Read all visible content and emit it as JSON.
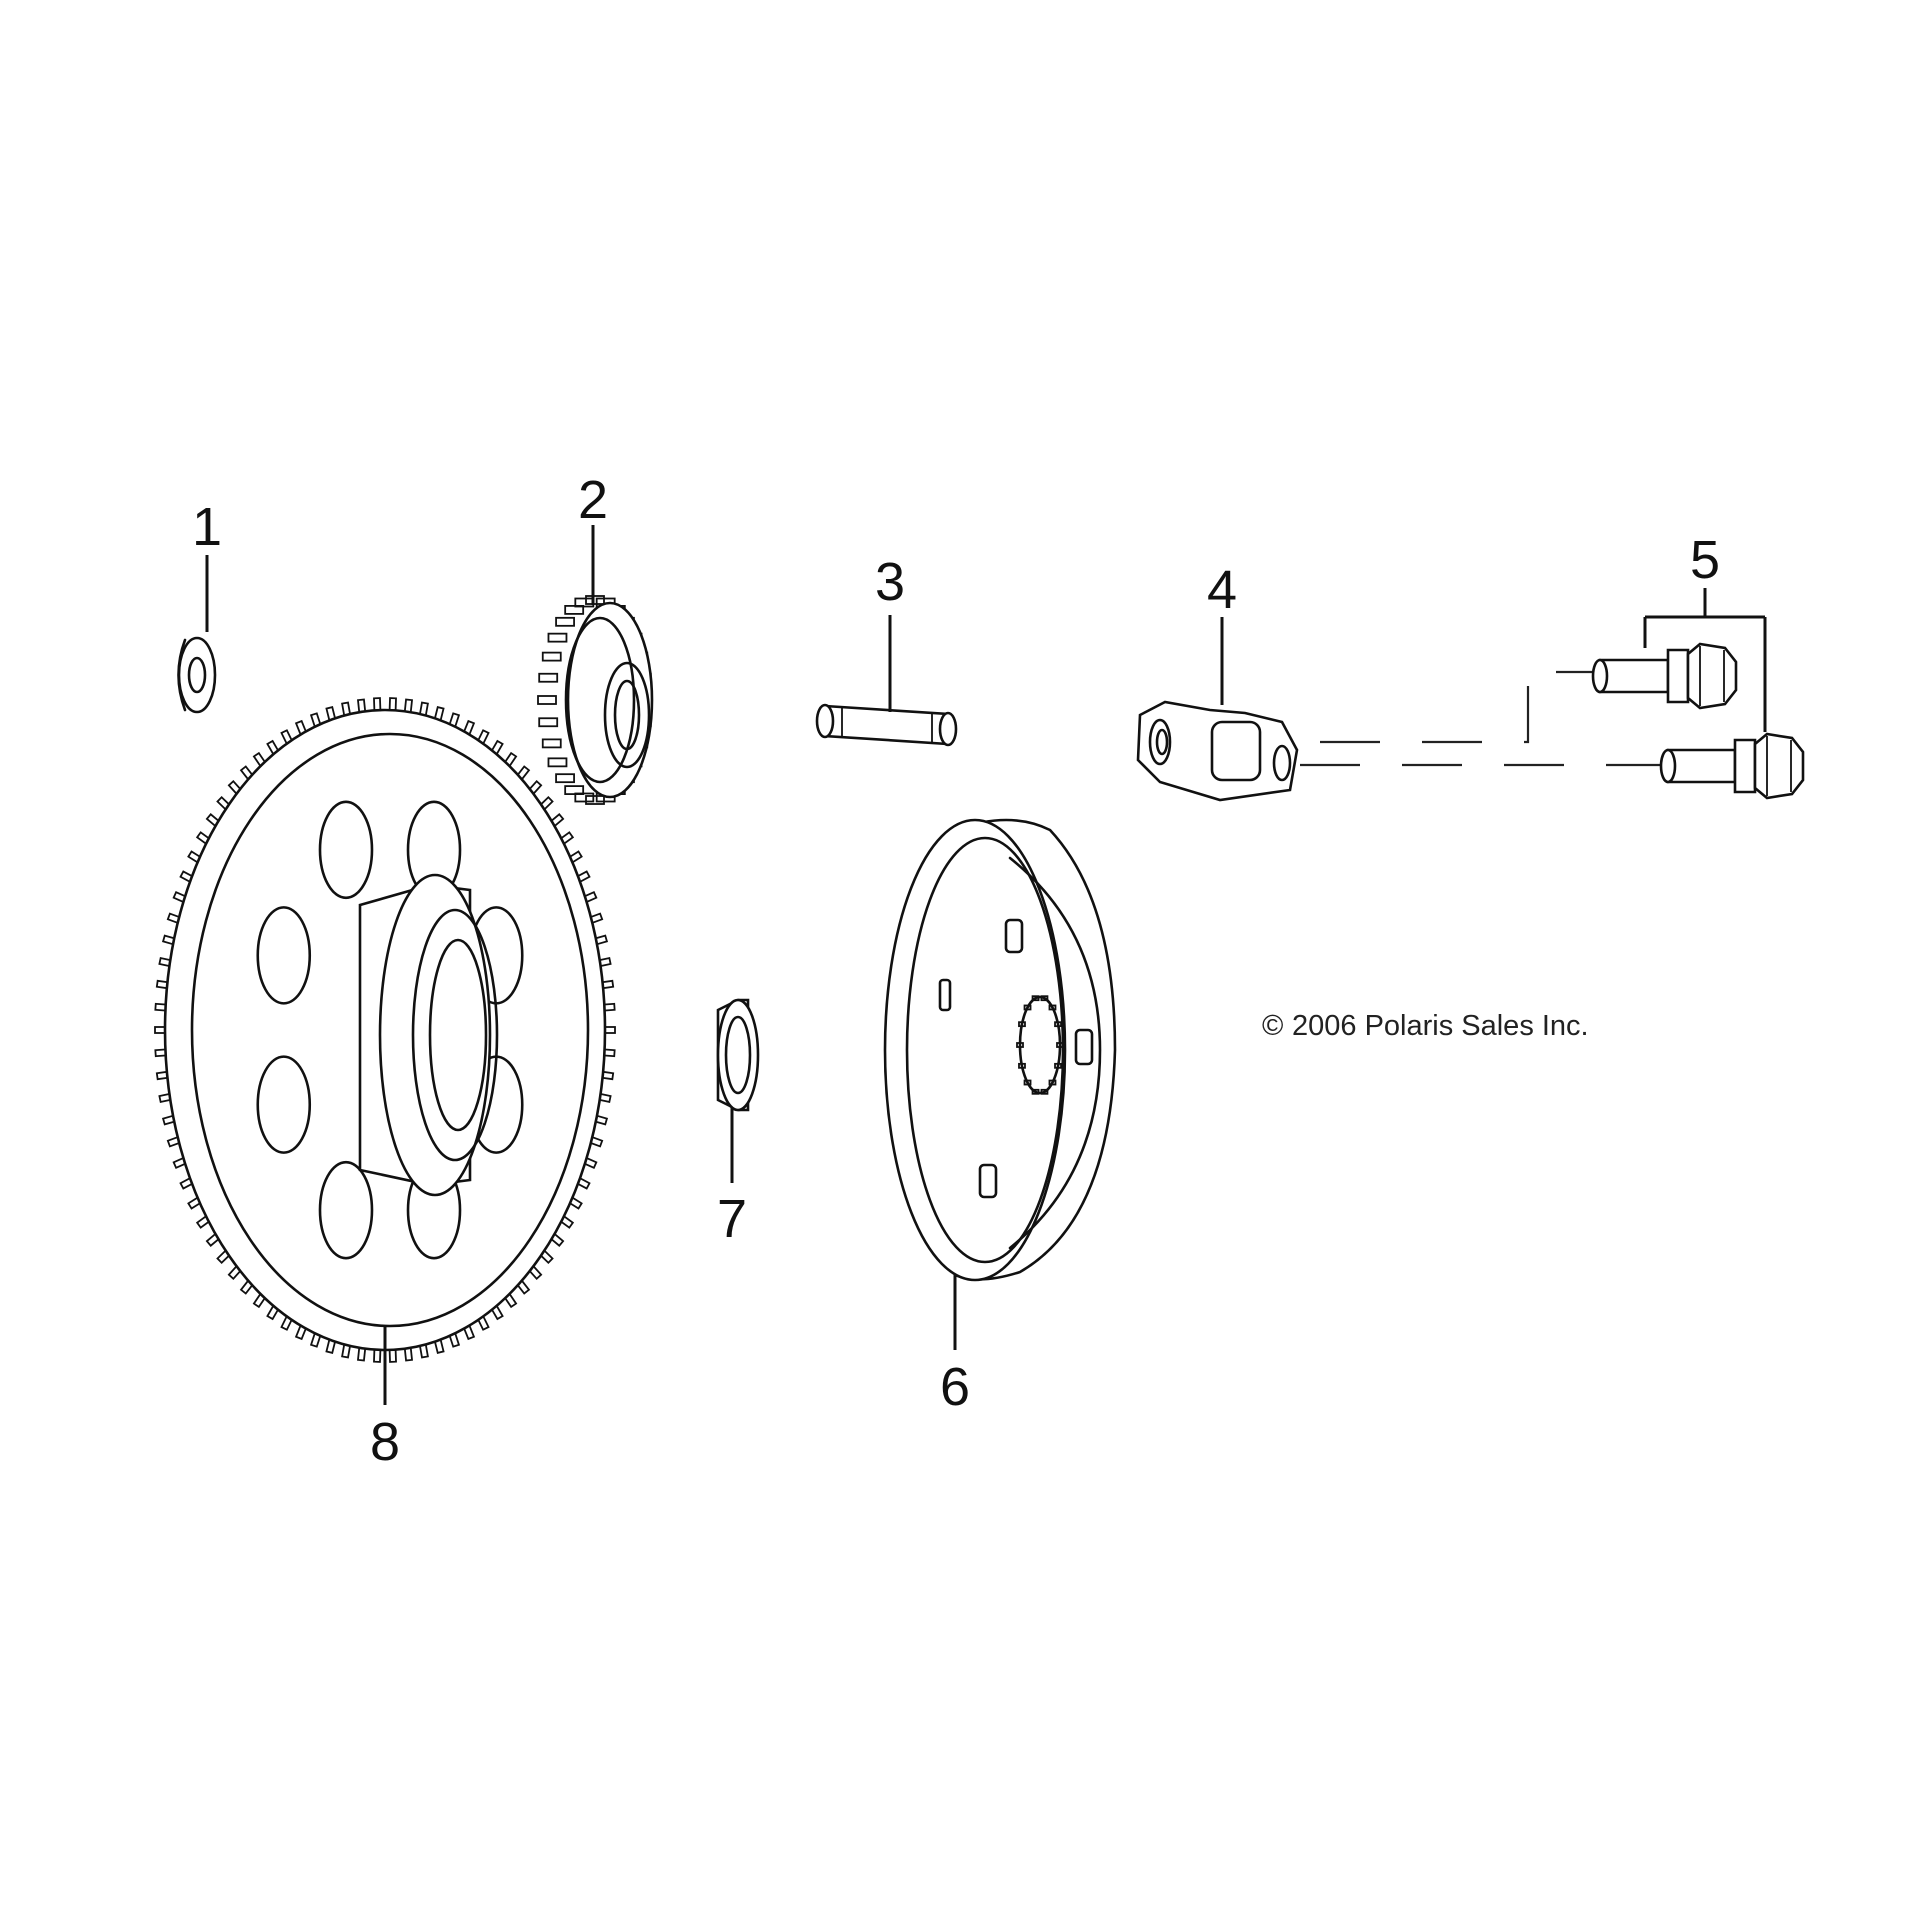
{
  "callouts": [
    "1",
    "2",
    "3",
    "4",
    "5",
    "6",
    "7",
    "8"
  ],
  "copyright": "2006 Polaris Sales Inc.",
  "copyright_symbol": "©",
  "colors": {
    "line": "#111111",
    "background": "#ffffff"
  }
}
